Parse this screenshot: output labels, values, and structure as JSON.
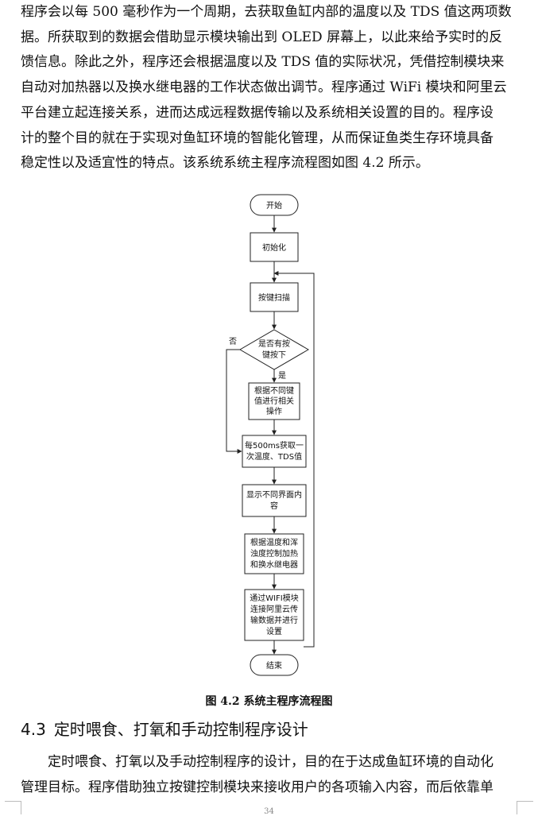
{
  "paragraph_top": {
    "lines": [
      "程序会以每 500 毫秒作为一个周期，去获取鱼缸内部的温度以及 TDS 值这两项数",
      "据。所获取到的数据会借助显示模块输出到 OLED 屏幕上，以此来给予实时的反",
      "馈信息。除此之外，程序还会根据温度以及 TDS 值的实际状况，凭借控制模块来",
      "自动对加热器以及换水继电器的工作状态做出调节。程序通过 WiFi 模块和阿里云",
      "平台建立起连接关系，进而达成远程数据传输以及系统相关设置的目的。程序设",
      "计的整个目的就在于实现对鱼缸环境的智能化管理，从而保证鱼类生存环境具备",
      "稳定性以及适宜性的特点。该系统系统主程序流程图如图 4.2 所示。"
    ]
  },
  "flowchart": {
    "start": "开始",
    "init": "初始化",
    "scan": "按键扫描",
    "decision": [
      "是否有按",
      "键按下"
    ],
    "no_label": "否",
    "yes_label": "是",
    "handle": [
      "根据不同键",
      "值进行相关",
      "操作"
    ],
    "read": [
      "每500ms获取一",
      "次温度、TDS值"
    ],
    "display": [
      "显示不同界面内",
      "容"
    ],
    "control": [
      "根据温度和浑",
      "浊度控制加热",
      "和换水继电器"
    ],
    "wifi": [
      "通过WIFI模块",
      "连接阿里云传",
      "输数据并进行",
      "设置"
    ],
    "end": "结束"
  },
  "figure_caption": "图 4.2 系统主程序流程图",
  "section": {
    "number": "4.3",
    "title": "定时喂食、打氧和手动控制程序设计"
  },
  "paragraph_bottom": {
    "lines": [
      "　　定时喂食、打氧以及手动控制程序的设计，目的在于达成鱼缸环境的自动化",
      "管理目标。程序借助独立按键控制模块来接收用户的各项输入内容，而后依靠单"
    ]
  },
  "page_number": "34"
}
